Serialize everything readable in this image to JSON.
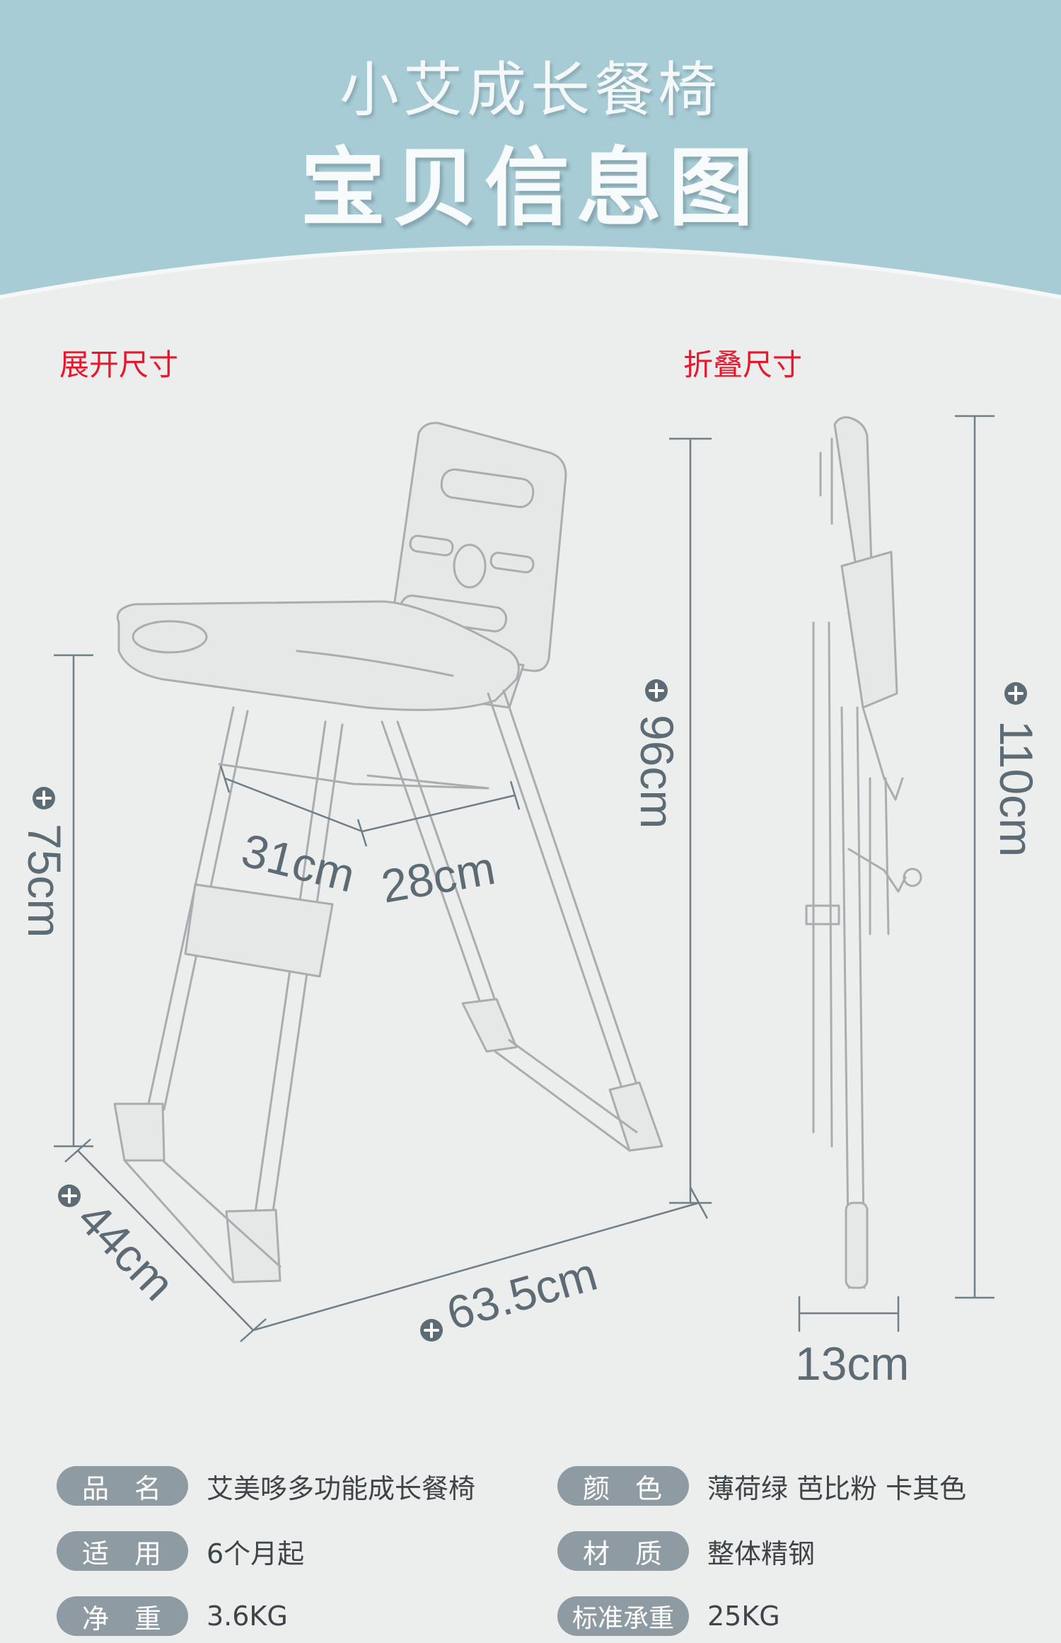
{
  "header": {
    "subtitle": "小艾成长餐椅",
    "title": "宝贝信息图",
    "bg_color": "#a8ccd5"
  },
  "sections": {
    "expanded": "展开尺寸",
    "folded": "折叠尺寸",
    "label_color": "#e8172b"
  },
  "dimensions": {
    "seat_width": "31cm",
    "seat_depth": "28cm",
    "expanded_height": "96cm",
    "seat_height": "75cm",
    "base_width": "44cm",
    "base_length": "63.5cm",
    "folded_height": "110cm",
    "folded_depth": "13cm"
  },
  "specs": [
    {
      "label": "品 名",
      "value": "艾美哆多功能成长餐椅"
    },
    {
      "label": "颜 色",
      "value": "薄荷绿 芭比粉 卡其色"
    },
    {
      "label": "适 用",
      "value": "6个月起"
    },
    {
      "label": "材 质",
      "value": "整体精钢"
    },
    {
      "label": "净 重",
      "value": "3.6KG"
    },
    {
      "label": "标准承重",
      "value": "25KG"
    }
  ]
}
